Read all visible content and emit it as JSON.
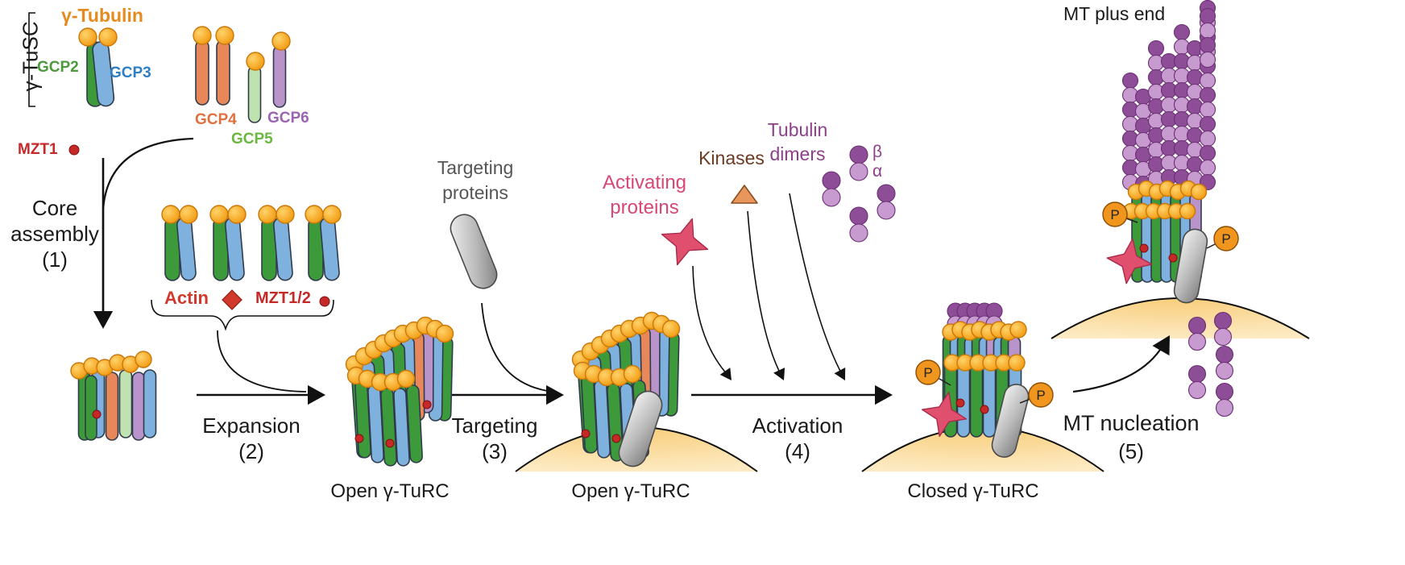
{
  "labels": {
    "gtusc": "γ-TuSC",
    "gamma_tubulin": "γ-Tubulin",
    "gcp2": "GCP2",
    "gcp3": "GCP3",
    "gcp4": "GCP4",
    "gcp5": "GCP5",
    "gcp6": "GCP6",
    "mzt1": "MZT1",
    "core_assembly_line1": "Core",
    "core_assembly_line2": "assembly",
    "core_assembly_num": "(1)",
    "actin": "Actin",
    "mzt12": "MZT1/2",
    "expansion": "Expansion",
    "expansion_num": "(2)",
    "open_turc_1": "Open γ-TuRC",
    "targeting_proteins_line1": "Targeting",
    "targeting_proteins_line2": "proteins",
    "targeting": "Targeting",
    "targeting_num": "(3)",
    "open_turc_2": "Open γ-TuRC",
    "activating_line1": "Activating",
    "activating_line2": "proteins",
    "kinases": "Kinases",
    "tubulin_dimers_line1": "Tubulin",
    "tubulin_dimers_line2": "dimers",
    "beta": "β",
    "alpha": "α",
    "activation": "Activation",
    "activation_num": "(4)",
    "closed_turc": "Closed γ-TuRC",
    "mt_nucleation": "MT nucleation",
    "mt_nucleation_num": "(5)",
    "mt_plus_end": "MT plus end",
    "phospho": "P"
  },
  "colors": {
    "gtub": "#f5a623",
    "gtub_edge": "#e08800",
    "gcp2": "#3d9a3a",
    "gcp3": "#7fb1df",
    "gcp4": "#e8885a",
    "gcp5": "#bfe3b0",
    "gcp6": "#b994cb",
    "mzt": "#c62828",
    "actin": "#d0392b",
    "tubulin_beta": "#8e4d97",
    "tubulin_alpha": "#c79ad0",
    "membrane": "#f7c76c",
    "activator": "#e0506e",
    "kinase": "#e8965c",
    "targeting_protein": "#a9a9a9",
    "label_gamma_tubulin": "#e58a1f",
    "label_gcp2": "#4c9a3c",
    "label_gcp3": "#2f7fc4",
    "label_gcp4": "#e0703f",
    "label_gcp5": "#6ab83f",
    "label_gcp6": "#9b63b0",
    "label_red": "#c62828",
    "label_activating": "#d64873",
    "label_kinases": "#6b3a22",
    "label_dimers": "#8e3f8a",
    "label_targeting": "#555555"
  },
  "icons": {
    "arrows": "arrow-icon",
    "targeting_protein": "pill-shape",
    "activating_protein": "star-shape",
    "kinase": "triangle-shape",
    "phosphate": "circle-p-badge"
  }
}
